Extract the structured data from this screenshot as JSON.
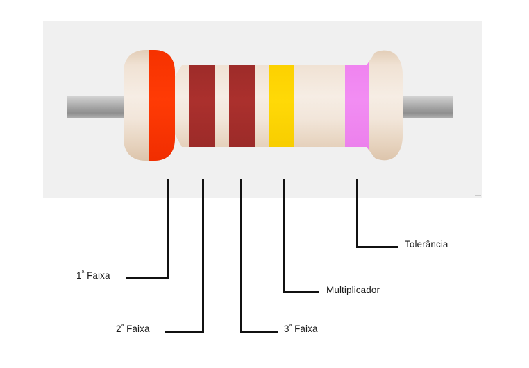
{
  "diagram": {
    "title": "Resistor color band identification",
    "language": "pt-BR",
    "panel_color": "#f0f0f0",
    "background_color": "#ffffff"
  },
  "resistor": {
    "body_color_light": "#f3e9df",
    "body_color_mid": "#ead9c7",
    "body_color_dark": "#dcc5ae",
    "lead_color_light": "#c9c9c9",
    "lead_color_mid": "#9a9a9a",
    "lead_color_dark": "#808080",
    "bands": [
      {
        "name": "band-1",
        "label": "1ª Faixa",
        "role": "1ª Faixa",
        "color": "#fa3200",
        "color_name": "vermelho"
      },
      {
        "name": "band-2",
        "label": "2ª Faixa",
        "role": "2ª Faixa",
        "color": "#a32d2b",
        "color_name": "marrom-avermelhado"
      },
      {
        "name": "band-3",
        "label": "3ª Faixa",
        "role": "3ª Faixa",
        "color": "#a32d2b",
        "color_name": "marrom-avermelhado"
      },
      {
        "name": "band-4",
        "label": "Multiplicador",
        "role": "Multiplicador",
        "color": "#ffd400",
        "color_name": "amarelo"
      },
      {
        "name": "band-5",
        "label": "Tolerância",
        "role": "Tolerância",
        "color": "#ee82ee",
        "color_name": "violeta"
      }
    ]
  },
  "callouts": [
    {
      "id": "callout-1",
      "text": "1ª Faixa",
      "prefix": "1",
      "ordinal": "ª",
      "suffix": " Faixa"
    },
    {
      "id": "callout-2",
      "text": "2ª Faixa",
      "prefix": "2",
      "ordinal": "ª",
      "suffix": " Faixa"
    },
    {
      "id": "callout-3",
      "text": "3ª Faixa",
      "prefix": "3",
      "ordinal": "ª",
      "suffix": " Faixa"
    },
    {
      "id": "callout-4",
      "text": "Multiplicador",
      "prefix": "Multiplicador",
      "ordinal": "",
      "suffix": ""
    },
    {
      "id": "callout-5",
      "text": "Tolerância",
      "prefix": "Tolerância",
      "ordinal": "",
      "suffix": ""
    }
  ],
  "line_color": "#111111"
}
